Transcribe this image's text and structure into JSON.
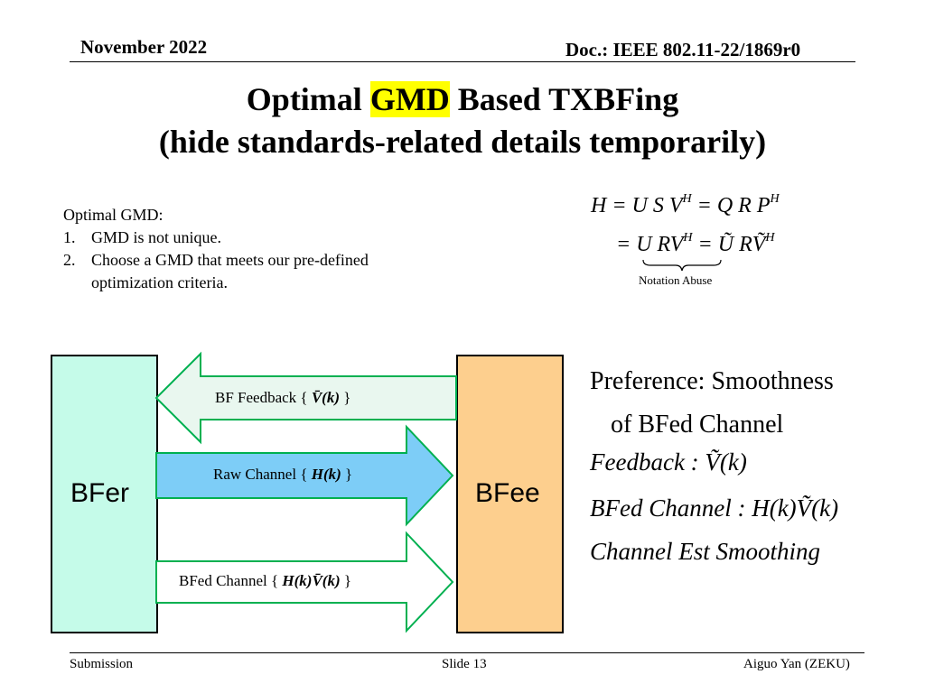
{
  "header": {
    "date": "November 2022",
    "doc": "Doc.: IEEE 802.11-22/1869r0"
  },
  "title": {
    "line1_pre": "Optimal ",
    "line1_highlight": "GMD",
    "line1_post": " Based TXBFing",
    "line2": "(hide standards-related details temporarily)"
  },
  "intro": {
    "heading": "Optimal GMD:",
    "items": [
      {
        "num": "1.",
        "text": "GMD is not unique."
      },
      {
        "num": "2.",
        "text": "Choose a GMD that meets our pre-defined optimization criteria."
      }
    ]
  },
  "math": {
    "line1": "H = U S V",
    "line1_sup": "H",
    "line1_b": " = Q R P",
    "line1_b_sup": "H",
    "line2": "= U RV",
    "line2_sup": "H",
    "line2_b": " = Ũ RṼ",
    "line2_b_sup": "H",
    "brace_note": "Notation Abuse"
  },
  "diagram": {
    "bfer": "BFer",
    "bfee": "BFee",
    "arrow1": {
      "pre": "BF Feedback { ",
      "sym": "V̄(k)",
      "post": " }"
    },
    "arrow2": {
      "pre": "Raw Channel { ",
      "sym": "H(k)",
      "post": " }"
    },
    "arrow3": {
      "pre": "BFed Channel { ",
      "sym": "H(k)V̄(k)",
      "post": " }"
    },
    "colors": {
      "bfer": "#c5fbe9",
      "bfee": "#fdcf8e",
      "feedback_arrow": "#e9f7ef",
      "raw_arrow": "#7dcdf7",
      "bfed_arrow": "#ffffff",
      "arrow_stroke": "#00b050"
    }
  },
  "preference": {
    "line1": "Preference: Smoothness",
    "line2": "of BFed Channel",
    "eq1": "Feedback : Ṽ(k)",
    "eq2": "BFed Channel : H(k)Ṽ(k)",
    "eq3": "Channel Est Smoothing"
  },
  "footer": {
    "left": "Submission",
    "center": "Slide 13",
    "right": "Aiguo Yan (ZEKU)"
  }
}
